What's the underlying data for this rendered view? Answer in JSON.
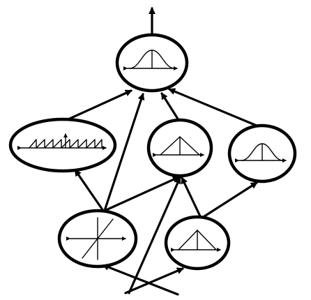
{
  "diagram": {
    "kind": "neural-network-graph",
    "nodes": [
      {
        "id": "top",
        "glyph": "gaussian-icon"
      },
      {
        "id": "mid-left",
        "glyph": "sawtooth-icon"
      },
      {
        "id": "mid-center",
        "glyph": "triangle-icon"
      },
      {
        "id": "mid-right",
        "glyph": "gaussian-icon"
      },
      {
        "id": "bottom-left",
        "glyph": "linear-icon"
      },
      {
        "id": "bottom-right",
        "glyph": "triangle-icon"
      }
    ],
    "edges": [
      {
        "from": "mid-left",
        "to": "top"
      },
      {
        "from": "bottom-left",
        "to": "top"
      },
      {
        "from": "mid-center",
        "to": "top"
      },
      {
        "from": "mid-right",
        "to": "top"
      },
      {
        "from": "bottom-left",
        "to": "mid-left"
      },
      {
        "from": "bottom-left",
        "to": "mid-center"
      },
      {
        "from": "bottom-right",
        "to": "mid-center"
      },
      {
        "from": "bottom-right",
        "to": "mid-right"
      },
      {
        "from": "input",
        "to": "bottom-left"
      },
      {
        "from": "input",
        "to": "bottom-right"
      },
      {
        "from": "input",
        "to": "mid-center"
      },
      {
        "from": "top",
        "to": "output"
      }
    ],
    "colors": {
      "stroke": "#000000",
      "fill": "#ffffff"
    }
  }
}
